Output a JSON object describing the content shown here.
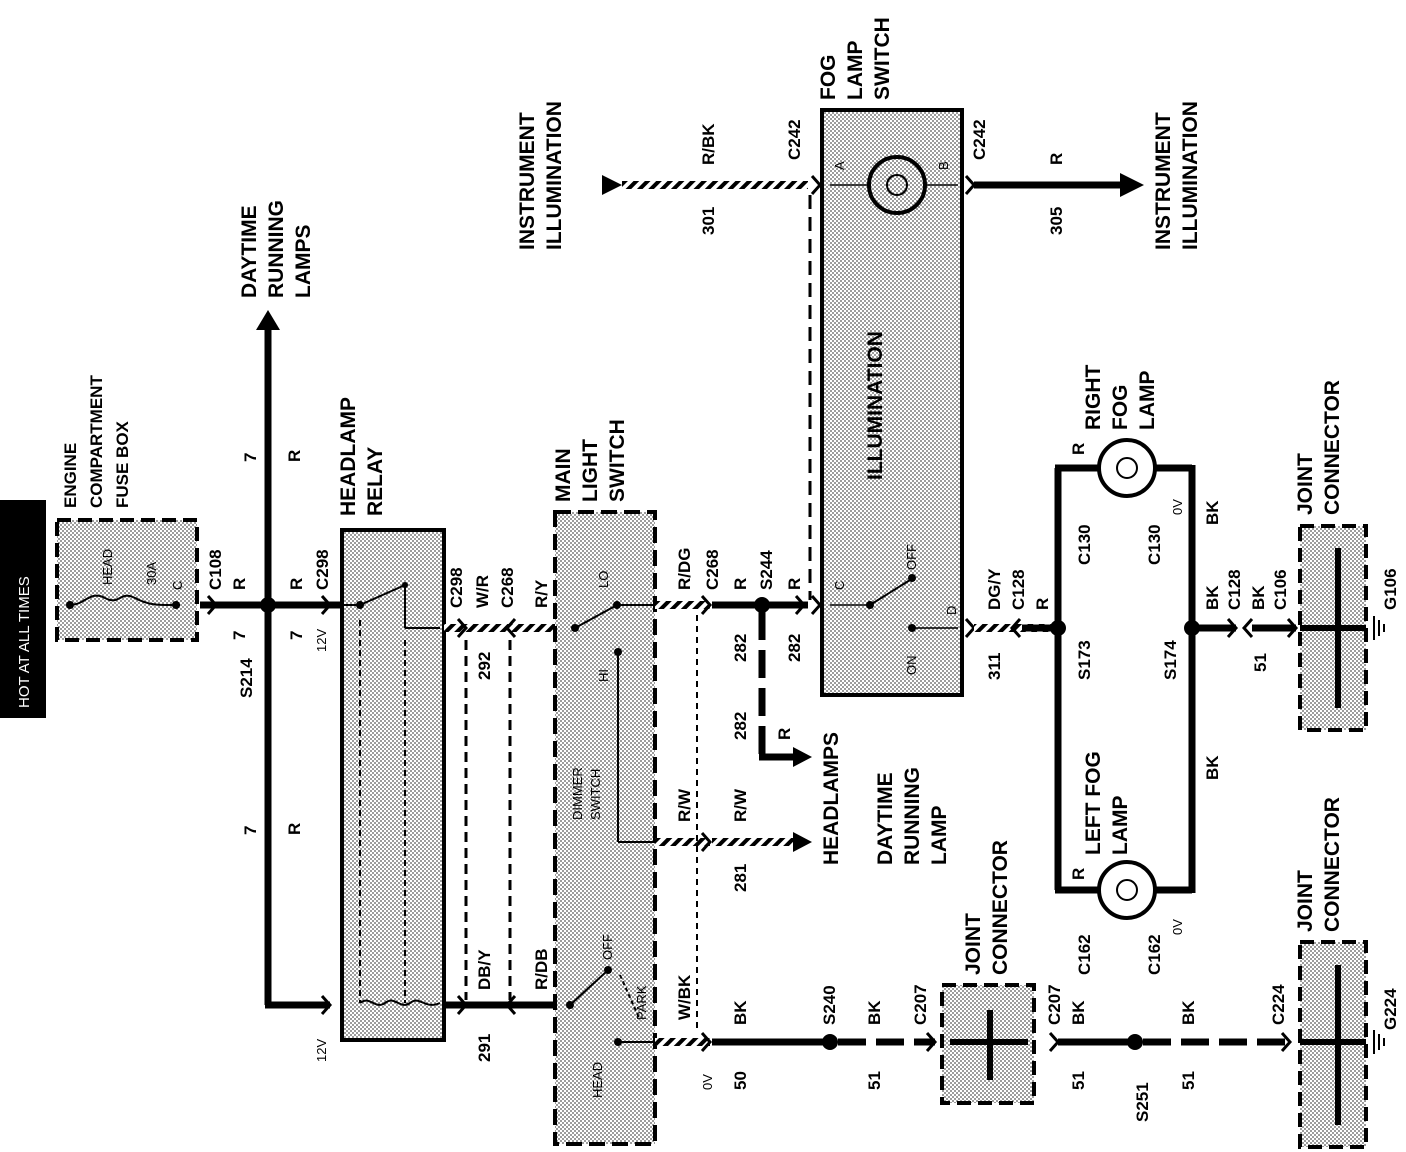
{
  "power": {
    "hot": "HOT AT ALL TIMES"
  },
  "fuse_box": {
    "title": [
      "ENGINE",
      "COMPARTMENT",
      "FUSE BOX"
    ],
    "fuse_name": "HEAD",
    "fuse_rating": "30A",
    "pin": "C",
    "connector": "C108",
    "wire_color": "R",
    "circuit": "7",
    "splice": "S214"
  },
  "drl_feed": {
    "title": [
      "DAYTIME",
      "RUNNING",
      "LAMPS"
    ],
    "circuit": "7",
    "wire_color": "R"
  },
  "headlamp_relay": {
    "title": [
      "HEADLAMP",
      "RELAY"
    ],
    "in_connector": "C298",
    "in_color": "R",
    "in_circuit": "7",
    "in_voltage": "12V",
    "out_connector": "C298",
    "out_color": "W/R",
    "out_circuit": "292",
    "coil_voltage": "12V",
    "coil_color": "DB/Y",
    "coil_circuit": "291"
  },
  "main_light_switch": {
    "title": [
      "MAIN",
      "LIGHT",
      "SWITCH"
    ],
    "in_connector": "C268",
    "in_color": "R/Y",
    "dimmer_label": [
      "DIMMER",
      "SWITCH"
    ],
    "lo": "LO",
    "hi": "HI",
    "off": "OFF",
    "park": "PARK",
    "head": "HEAD",
    "rdb": "R/DB",
    "wbk": "W/BK",
    "zero_v": "0V"
  },
  "lo_beam": {
    "color": "R/DG",
    "connector": "C268",
    "out_color": "R",
    "splice": "S244",
    "circuit_a": "282",
    "circuit_b": "282",
    "circuit_c": "282",
    "c_color": "R",
    "c_color_b": "R",
    "target": "HEADLAMPS"
  },
  "hi_beam": {
    "color": "R/W",
    "color_b": "R/W",
    "circuit": "281",
    "target": "HEADLAMPS"
  },
  "drl_lamp": {
    "title": [
      "DAYTIME",
      "RUNNING",
      "LAMP"
    ]
  },
  "ground_left": {
    "color": "BK",
    "circuit": "50",
    "splice": "S240",
    "color_b": "BK",
    "circuit_b": "51",
    "connector": "C207",
    "title": [
      "JOINT",
      "CONNECTOR"
    ]
  },
  "fog_switch": {
    "title": [
      "FOG",
      "LAMP",
      "SWITCH"
    ],
    "illumination": "ILLUMINATION",
    "connector_left": "C242",
    "connector_right": "C242",
    "pin_a": "A",
    "pin_b": "B",
    "pin_c": "C",
    "pin_d": "D",
    "off": "OFF",
    "on": "ON",
    "in_color": "R",
    "out_color": "DG/Y",
    "out_connector": "C128",
    "out_circuit": "311"
  },
  "illum_in": {
    "title": [
      "INSTRUMENT",
      "ILLUMINATION"
    ],
    "color": "R/BK",
    "circuit": "301"
  },
  "illum_out": {
    "title": [
      "INSTRUMENT",
      "ILLUMINATION"
    ],
    "color": "R",
    "circuit": "305"
  },
  "fog_lamps": {
    "feed_color": "R",
    "splice_feed": "S173",
    "right_title": [
      "RIGHT",
      "FOG",
      "LAMP"
    ],
    "right_color_in": "R",
    "right_conn_in": "C130",
    "right_conn_out": "C130",
    "right_voltage": "0V",
    "right_color_out": "BK",
    "left_title": [
      "LEFT FOG",
      "LAMP"
    ],
    "left_color_in": "R",
    "left_conn_in": "C162",
    "left_conn_out": "C162",
    "left_voltage": "0V",
    "ground_color": "BK",
    "splice_ground": "S174",
    "ground_conn_1": "C128",
    "ground_color_1": "BK",
    "ground_conn_2": "C106",
    "ground_color_2": "BK",
    "ground_circuit": "51",
    "ground_point": "G106",
    "joint_title": [
      "JOINT",
      "CONNECTOR"
    ]
  },
  "ground_right": {
    "conn_in": "C207",
    "color_in": "BK",
    "circuit_in": "51",
    "splice": "S251",
    "color": "BK",
    "circuit": "51",
    "connector": "C224",
    "ground_point": "G224",
    "title": [
      "JOINT",
      "CONNECTOR"
    ]
  }
}
